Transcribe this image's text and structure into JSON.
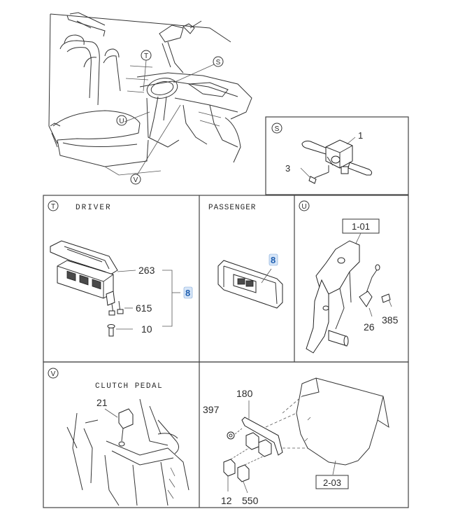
{
  "callouts": {
    "S": "S",
    "T": "T",
    "U": "U",
    "V": "V"
  },
  "panel_s": {
    "part_1": "1",
    "part_3": "3"
  },
  "panel_t_driver": {
    "heading": "DRIVER",
    "part_263": "263",
    "part_615": "615",
    "part_10": "10",
    "part_8": "8"
  },
  "panel_t_passenger": {
    "heading": "PASSENGER",
    "part_8": "8"
  },
  "panel_u": {
    "ref_box": "1-01",
    "part_26": "26",
    "part_385": "385"
  },
  "panel_v_clutch": {
    "heading": "CLUTCH PEDAL",
    "part_21": "21"
  },
  "panel_relay": {
    "part_180": "180",
    "part_397": "397",
    "part_12": "12",
    "part_550": "550",
    "ref_box": "2-03"
  }
}
